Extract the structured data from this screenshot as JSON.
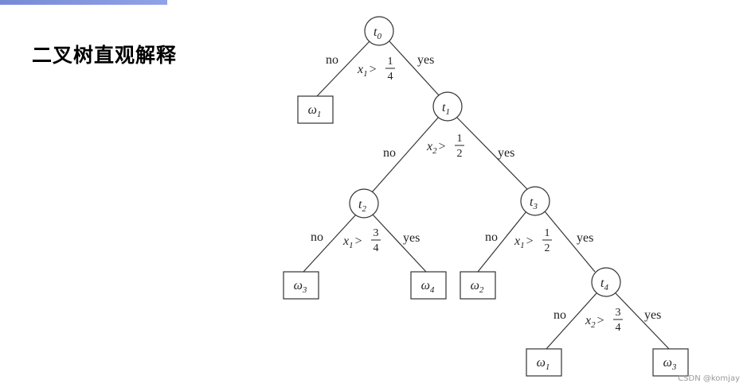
{
  "title": "二叉树直观解释",
  "watermark": "CSDN @komjay",
  "tree": {
    "branch_no": "no",
    "branch_yes": "yes",
    "internal_nodes": [
      {
        "id": "t0",
        "symbol": "t",
        "sub": "0"
      },
      {
        "id": "t1",
        "symbol": "t",
        "sub": "1"
      },
      {
        "id": "t2",
        "symbol": "t",
        "sub": "2"
      },
      {
        "id": "t3",
        "symbol": "t",
        "sub": "3"
      },
      {
        "id": "t4",
        "symbol": "t",
        "sub": "4"
      }
    ],
    "conditions": [
      {
        "node": "t0",
        "var": "x",
        "sub": "1",
        "op": ">",
        "num": "1",
        "den": "4"
      },
      {
        "node": "t1",
        "var": "x",
        "sub": "2",
        "op": ">",
        "num": "1",
        "den": "2"
      },
      {
        "node": "t2",
        "var": "x",
        "sub": "1",
        "op": ">",
        "num": "3",
        "den": "4"
      },
      {
        "node": "t3",
        "var": "x",
        "sub": "1",
        "op": ">",
        "num": "1",
        "den": "2"
      },
      {
        "node": "t4",
        "var": "x",
        "sub": "2",
        "op": ">",
        "num": "3",
        "den": "4"
      }
    ],
    "leaves": [
      {
        "parent": "t0",
        "branch": "no",
        "symbol": "ω",
        "sub": "1"
      },
      {
        "parent": "t2",
        "branch": "no",
        "symbol": "ω",
        "sub": "3"
      },
      {
        "parent": "t2",
        "branch": "yes",
        "symbol": "ω",
        "sub": "4"
      },
      {
        "parent": "t3",
        "branch": "no",
        "symbol": "ω",
        "sub": "2"
      },
      {
        "parent": "t4",
        "branch": "no",
        "symbol": "ω",
        "sub": "1"
      },
      {
        "parent": "t4",
        "branch": "yes",
        "symbol": "ω",
        "sub": "3"
      }
    ]
  }
}
